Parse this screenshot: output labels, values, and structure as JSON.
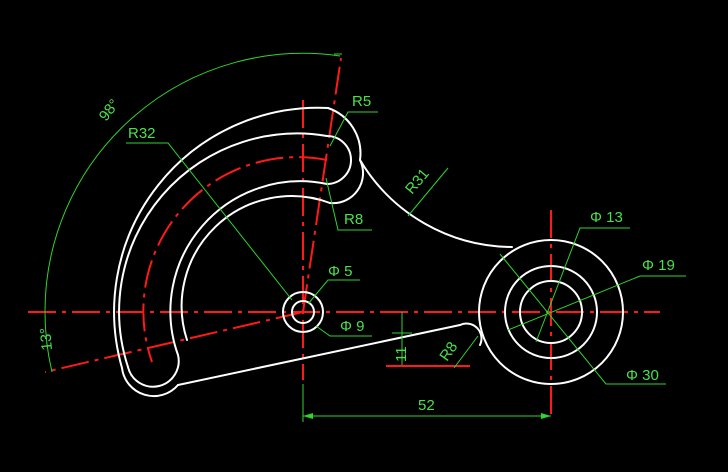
{
  "drawing": {
    "colors": {
      "background": "#000000",
      "geometry": "#ffffff",
      "centerline": "#ff1a1a",
      "dimension": "#2fd42f"
    },
    "dimensions": {
      "angle_main": "98°",
      "angle_small": "13°",
      "r32": "R32",
      "r5": "R5",
      "r8_slot": "R8",
      "r31": "R31",
      "phi5": "Φ 5",
      "phi9": "Φ 9",
      "phi13": "Φ 13",
      "phi19": "Φ 19",
      "phi30": "Φ 30",
      "h11": "11",
      "r8_fillet": "R8",
      "len52": "52"
    }
  }
}
